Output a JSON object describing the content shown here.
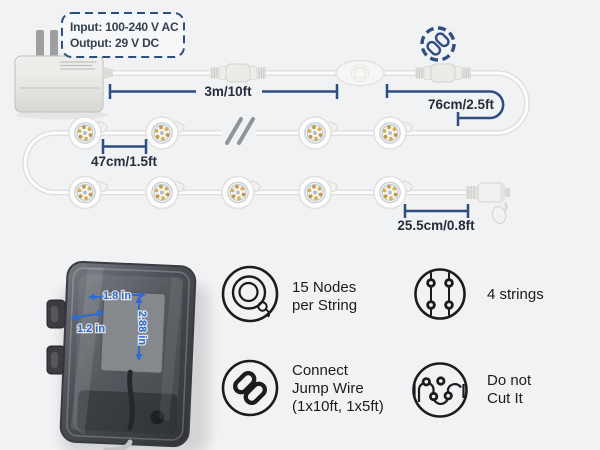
{
  "power_adapter": {
    "spec": {
      "input": "Input: 100-240 V AC",
      "output": "Output: 29 V DC"
    }
  },
  "measurements": {
    "power_cord": "3m/10ft",
    "jump_wire": "76cm/2.5ft",
    "node_spacing": "47cm/1.5ft",
    "end_tail": "25.5cm/0.8ft"
  },
  "junction_box": {
    "width_label": "1.8 in",
    "depth_label": "1.2 in",
    "height_label": "2.88 in"
  },
  "features": {
    "nodes_per_string": {
      "icon": "coil-icon",
      "lines": [
        "15 Nodes",
        "per String"
      ]
    },
    "strings": {
      "icon": "four-strings-icon",
      "lines": [
        "4 strings"
      ]
    },
    "jump_wire": {
      "icon": "chain-link-icon",
      "lines": [
        "Connect",
        "Jump Wire",
        "(1x10ft, 1x5ft)"
      ]
    },
    "no_cut": {
      "icon": "do-not-cut-icon",
      "lines": [
        "Do not",
        "Cut It"
      ]
    }
  },
  "colors": {
    "background": "#f1f2f4",
    "dimension_navy": "#2e4d80",
    "annotation_blue": "#2e6ad4",
    "icon_stroke": "#1b1c1e",
    "cable_white": "#fcfcfb"
  }
}
